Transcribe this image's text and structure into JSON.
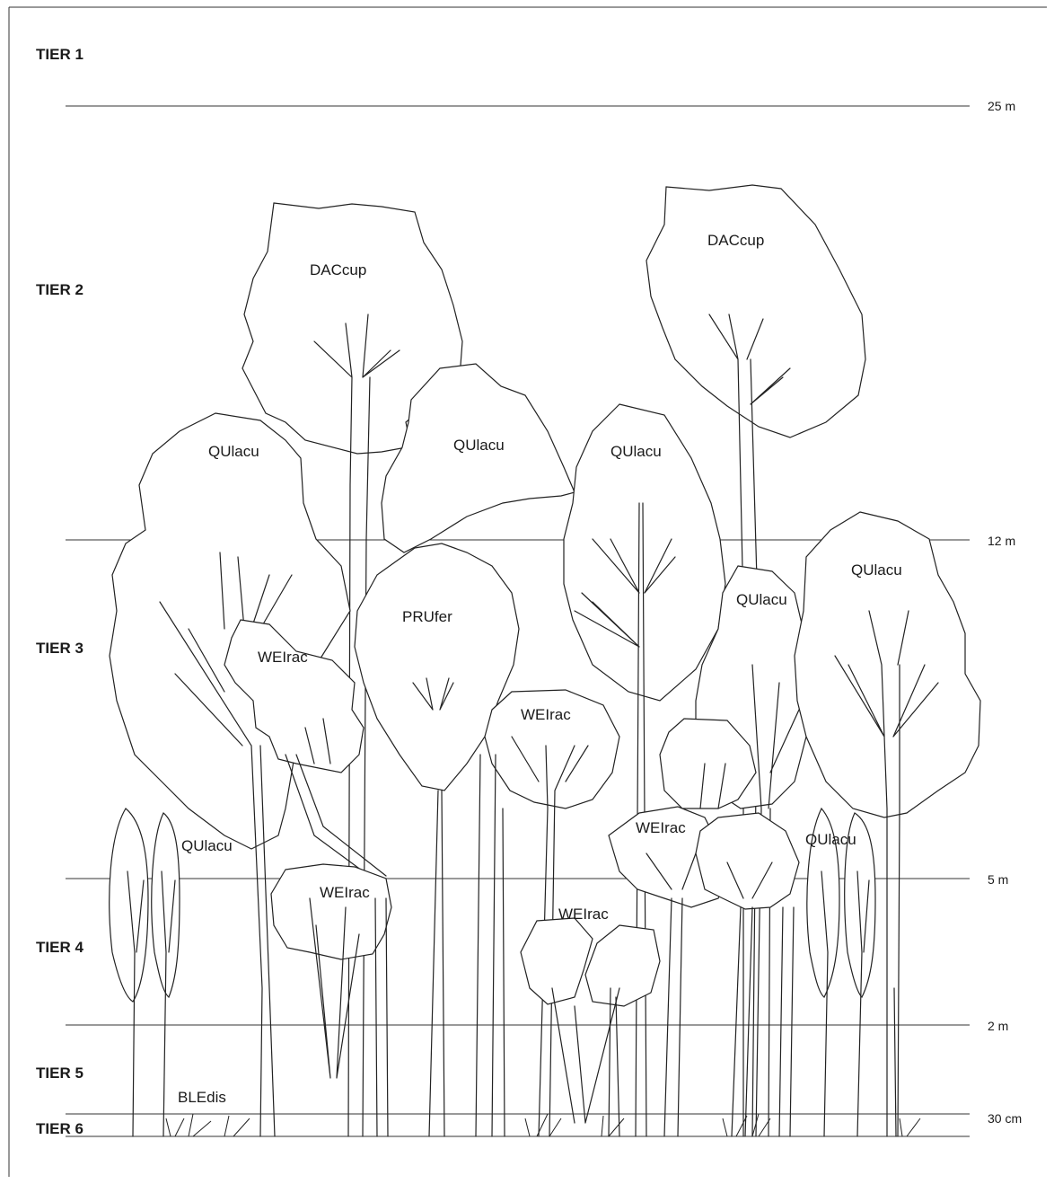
{
  "tiers": [
    "TIER 1",
    "TIER 2",
    "TIER 3",
    "TIER 4",
    "TIER 5",
    "TIER 6"
  ],
  "heights": [
    "25 m",
    "12 m",
    "5 m",
    "2 m",
    "30 cm"
  ],
  "species": {
    "daccup_left": "DACcup",
    "daccup_right": "DACcup",
    "qulacu_1": "QUlacu",
    "qulacu_2": "QUlacu",
    "qulacu_3": "QUlacu",
    "qulacu_4": "QUlacu",
    "qulacu_5": "QUlacu",
    "qulacu_6": "QUlacu",
    "qulacu_7": "QUlacu",
    "prufer": "PRUfer",
    "weirac_1": "WEIrac",
    "weirac_2": "WEIrac",
    "weirac_3": "WEIrac",
    "weirac_4": "WEIrac",
    "weirac_5": "WEIrac",
    "bledis": "BLEdis"
  },
  "colors": {
    "line": "#333333",
    "text": "#1a1a1a",
    "background": "#ffffff"
  }
}
